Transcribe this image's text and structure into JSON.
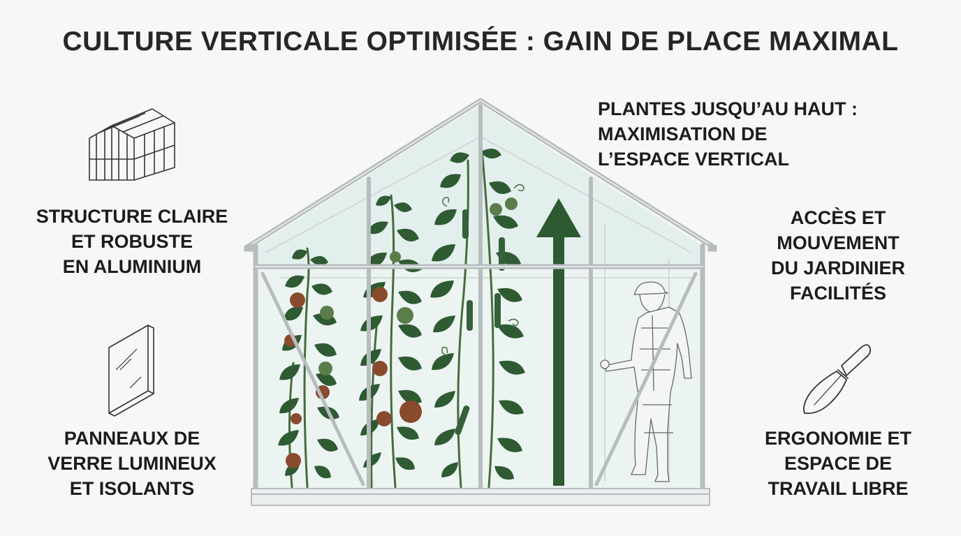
{
  "title": "CULTURE VERTICALE OPTIMISÉE : GAIN DE PLACE MAXIMAL",
  "labels": {
    "structure": "STRUCTURE CLAIRE\nET ROBUSTE\nEN ALUMINIUM",
    "panels": "PANNEAUX DE\nVERRE LUMINEUX\nET ISOLANTS",
    "vertical": "PLANTES JUSQU’AU HAUT :\nMAXIMISATION DE\nL’ESPACE VERTICAL",
    "access": "ACCÈS ET\nMOUVEMENT\nDU JARDINIER\nFACILITÉS",
    "ergonomy": "ERGONOMIE ET\nESPACE DE\nTRAVAIL LIBRE"
  },
  "icons": {
    "structure": "greenhouse-frame-icon",
    "panels": "glass-panel-icon",
    "ergonomy": "trowel-icon"
  },
  "colors": {
    "background": "#f7f7f6",
    "leaf": "#2f5b33",
    "stem": "#466b3c",
    "tomato": "#8a4a2e",
    "frame": "#b9bdbf",
    "glass": "#e6f0ef",
    "arrow": "#2d5a31"
  }
}
